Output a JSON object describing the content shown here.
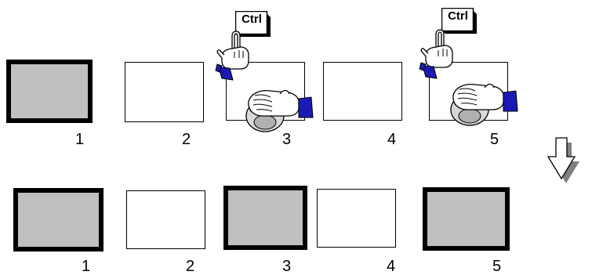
{
  "top_row": {
    "numbers": [
      "1",
      "2",
      "3",
      "4",
      "5"
    ]
  },
  "bottom_row": {
    "numbers": [
      "1",
      "2",
      "3",
      "4",
      "5"
    ]
  },
  "ctrl_key_label": "Ctrl",
  "icons": [
    "ctrl-key-icon",
    "pointing-hand-icon",
    "mouse-click-hand-icon",
    "down-arrow-icon"
  ],
  "colors": {
    "selected_fill": "#c0c0c0",
    "border": "#000000",
    "cuff_blue": "#1a1ab4",
    "arrow_shadow": "#808080"
  }
}
